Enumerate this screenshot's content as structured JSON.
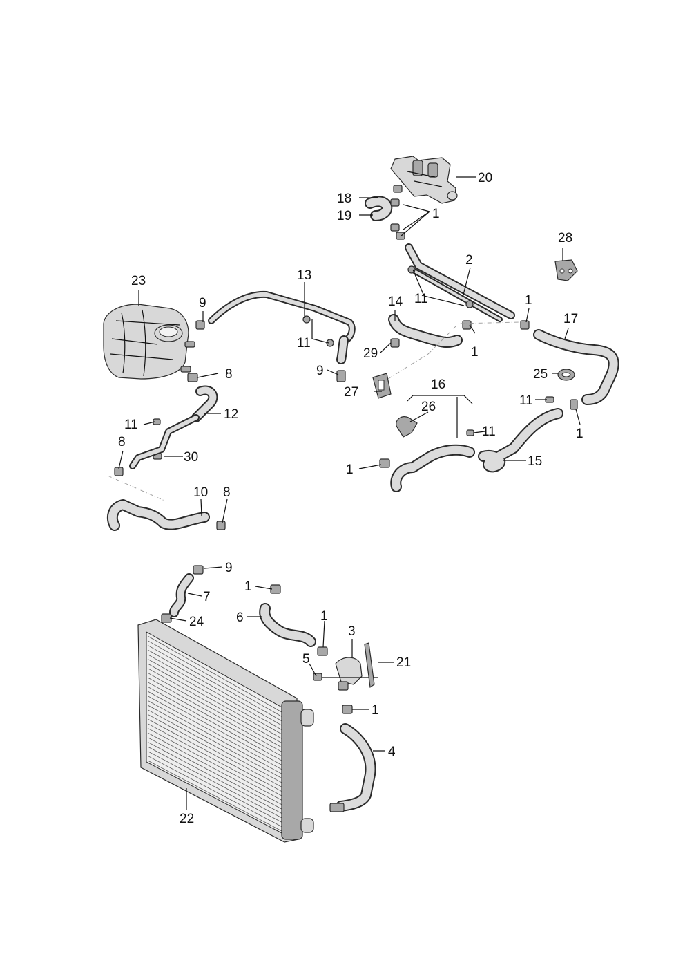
{
  "labels": {
    "p1": "1",
    "p2": "2",
    "p3": "3",
    "p4": "4",
    "p5": "5",
    "p6": "6",
    "p7": "7",
    "p8": "8",
    "p9": "9",
    "p10": "10",
    "p11": "11",
    "p12": "12",
    "p13": "13",
    "p14": "14",
    "p15": "15",
    "p16": "16",
    "p17": "17",
    "p18": "18",
    "p19": "19",
    "p20": "20",
    "p21": "21",
    "p22": "22",
    "p23": "23",
    "p24": "24",
    "p25": "25",
    "p26": "26",
    "p27": "27",
    "p28": "28",
    "p29": "29",
    "p30": "30"
  },
  "colors": {
    "line": "#111111",
    "part_fill": "#d8d8d8",
    "part_dark": "#a8a8a8"
  }
}
